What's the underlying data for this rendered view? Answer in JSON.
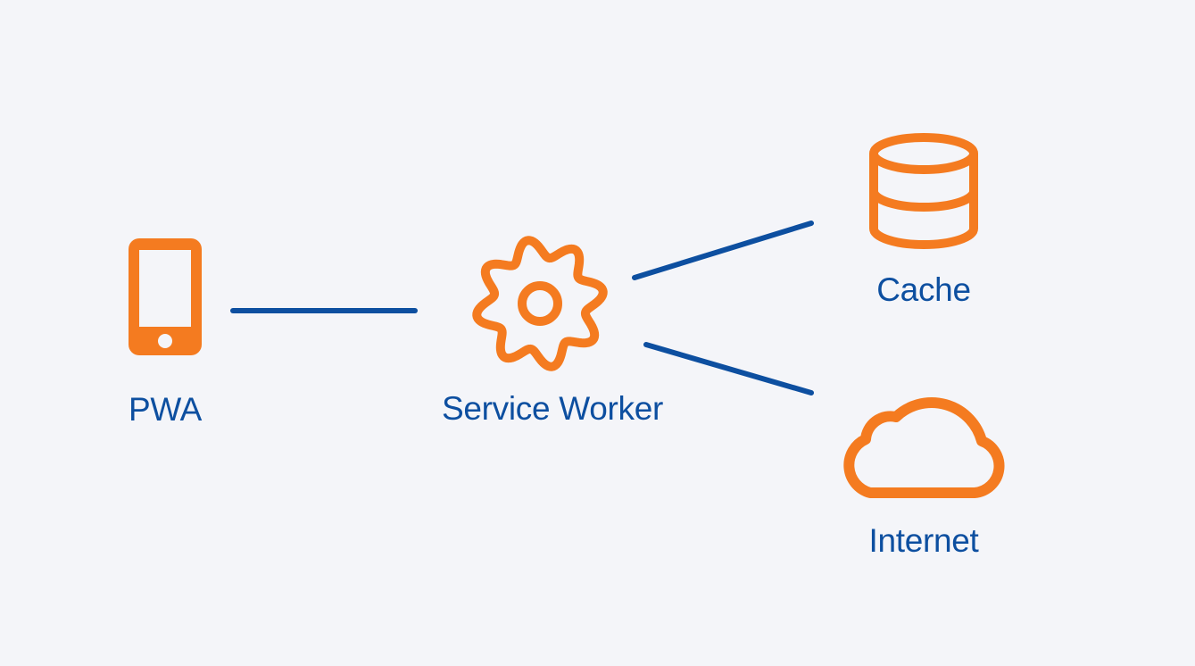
{
  "title": "PWA Service Worker architecture",
  "colors": {
    "background": "#f4f5f9",
    "icon": "#f47b20",
    "connector": "#0d4fa0",
    "label": "#0d4fa0"
  },
  "nodes": [
    {
      "id": "pwa",
      "label": "PWA",
      "icon": "smartphone-icon"
    },
    {
      "id": "service-worker",
      "label": "Service Worker",
      "icon": "gear-icon"
    },
    {
      "id": "cache",
      "label": "Cache",
      "icon": "database-icon"
    },
    {
      "id": "internet",
      "label": "Internet",
      "icon": "cloud-icon"
    }
  ],
  "edges": [
    {
      "from": "pwa",
      "to": "service-worker"
    },
    {
      "from": "service-worker",
      "to": "cache"
    },
    {
      "from": "service-worker",
      "to": "internet"
    }
  ]
}
